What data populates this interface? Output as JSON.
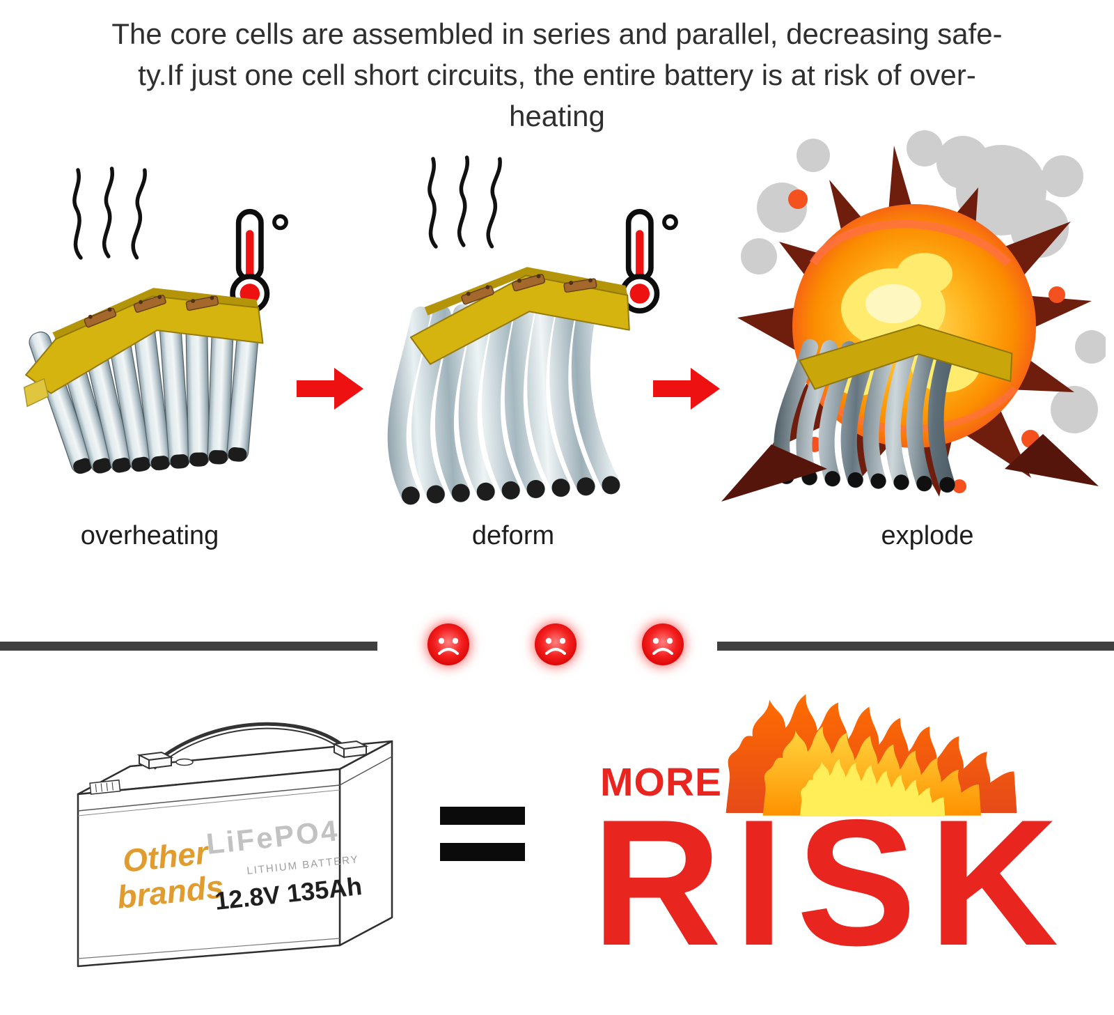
{
  "header": {
    "line1": "The core cells are assembled in series and parallel, decreasing safe-",
    "line2": "ty.If just one cell short circuits, the entire battery is at risk of over-",
    "line3": "heating"
  },
  "stages": [
    {
      "label": "overheating"
    },
    {
      "label": "deform"
    },
    {
      "label": "explode"
    }
  ],
  "comparison": {
    "battery": {
      "brand_line1": "Other",
      "brand_line2": "brands",
      "product": "LiFePO4",
      "product_subtitle": "LITHIUM BATTERY",
      "spec": "12.8V 135Ah"
    },
    "equals": "=",
    "more_label": "MORE",
    "risk_label": "RISK"
  },
  "colors": {
    "accent_red": "#ee1111",
    "risk_red": "#e8251f",
    "bar_dark": "#3f3f3f",
    "text_dark": "#2f2f2f",
    "brand_orange": "#e09c2e"
  }
}
